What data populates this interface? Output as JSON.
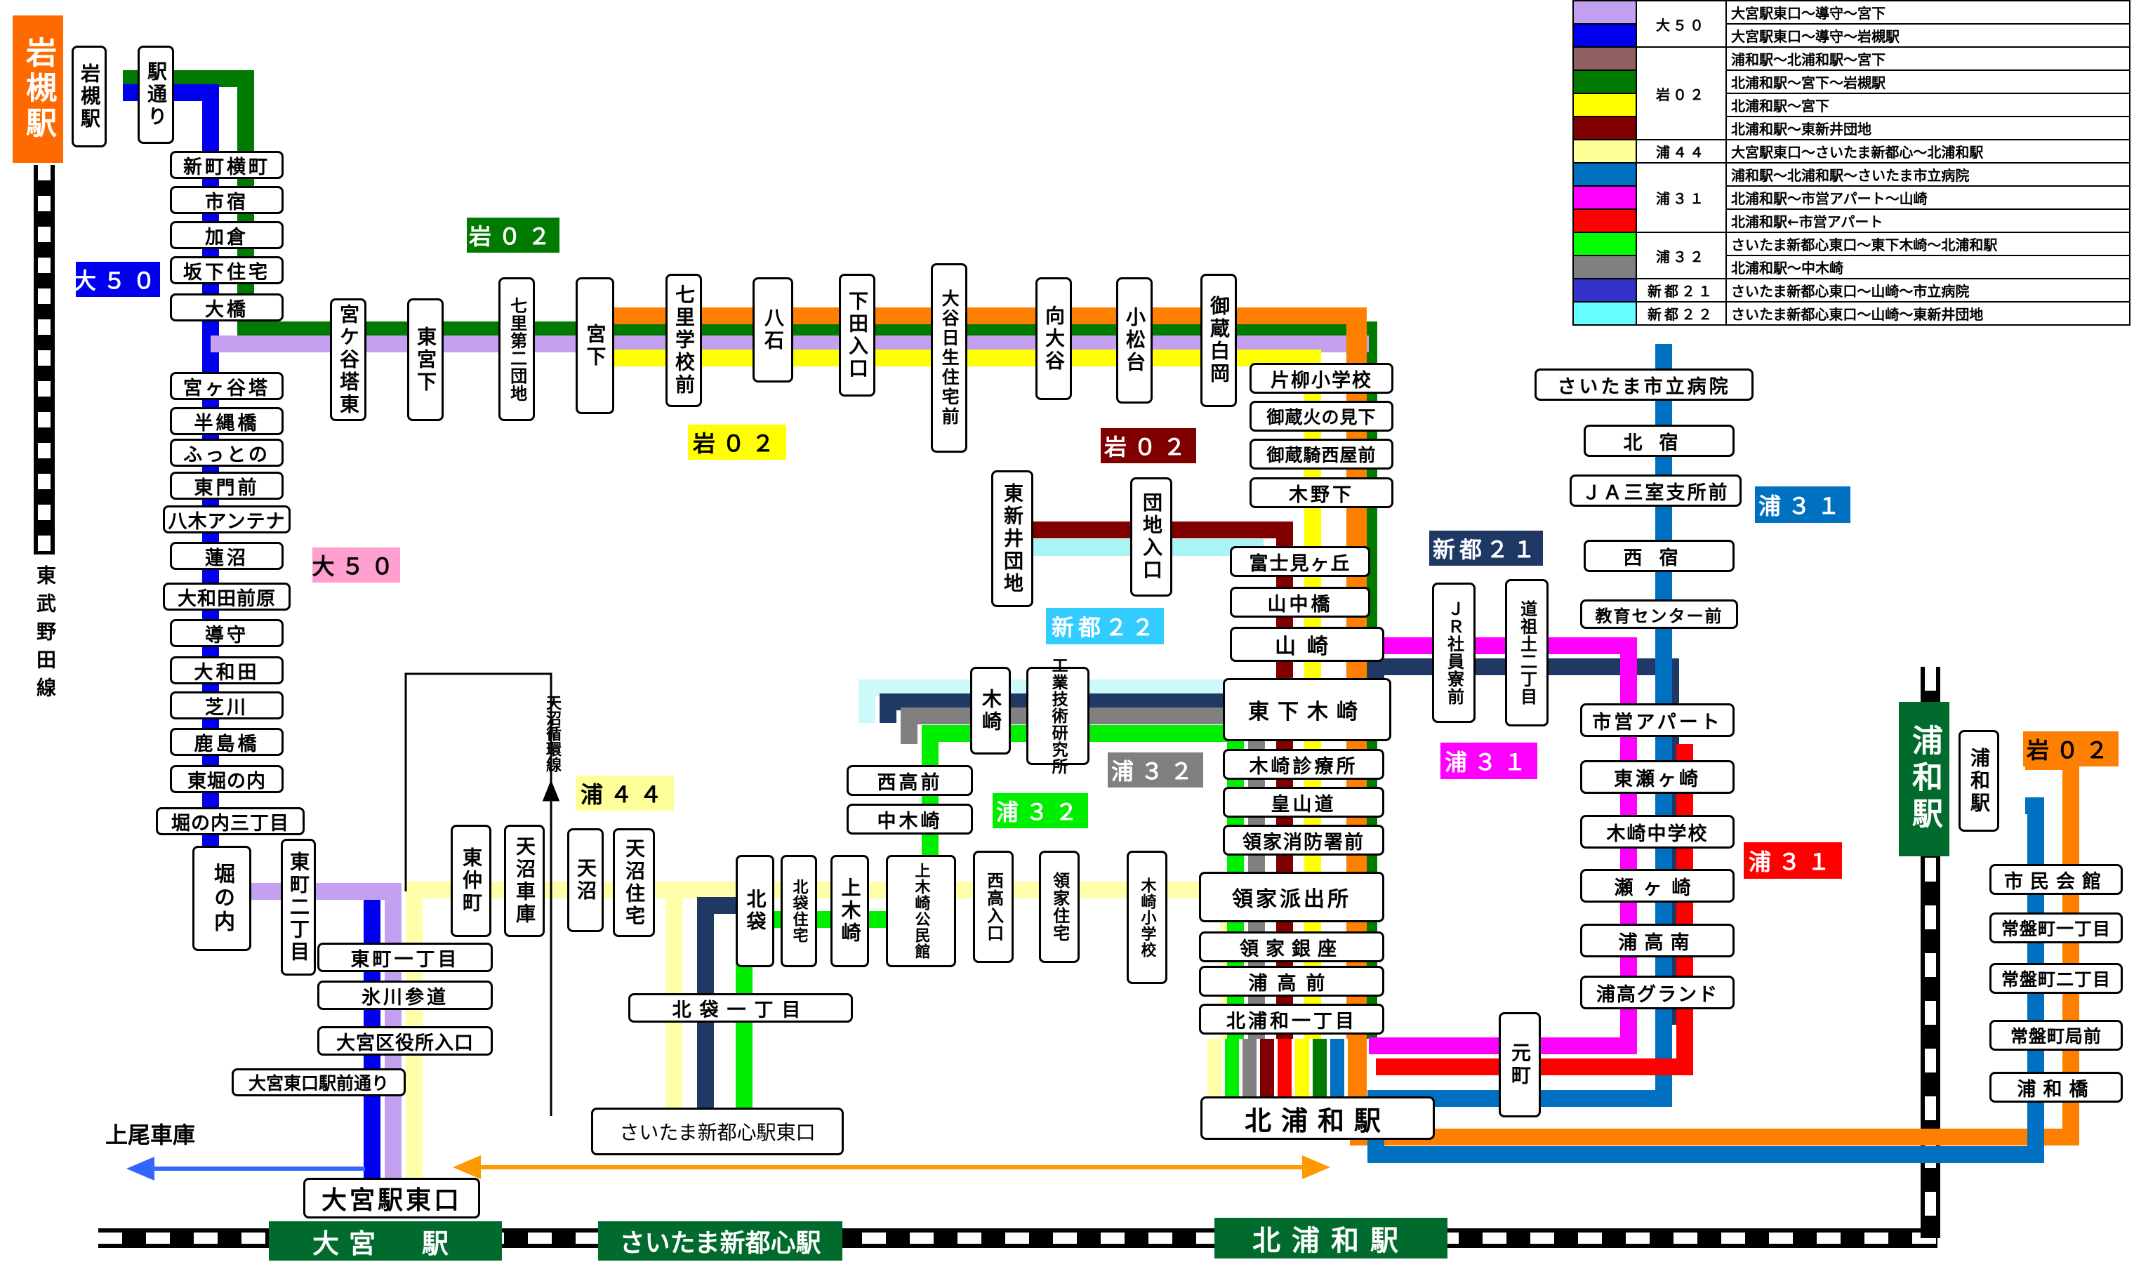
{
  "legend": [
    {
      "code": "大５０",
      "color": "#c3a0f0",
      "route": "大宮駅東口～導守～宮下"
    },
    {
      "code": "",
      "color": "#0000ee",
      "route": "大宮駅東口～導守～岩槻駅"
    },
    {
      "code": "",
      "color": "#906060",
      "route": "浦和駅～北浦和駅～宮下"
    },
    {
      "code": "岩０２",
      "color": "#007a00",
      "route": "北浦和駅～宮下～岩槻駅"
    },
    {
      "code": "",
      "color": "#ffff00",
      "route": "北浦和駅～宮下"
    },
    {
      "code": "",
      "color": "#800000",
      "route": "北浦和駅～東新井団地"
    },
    {
      "code": "浦４４",
      "color": "#ffff99",
      "route": "大宮駅東口～さいたま新都心～北浦和駅"
    },
    {
      "code": "",
      "color": "#0070c0",
      "route": "浦和駅～北浦和駅～さいたま市立病院"
    },
    {
      "code": "浦３１",
      "color": "#ff00ff",
      "route": "北浦和駅～市営アパート～山崎"
    },
    {
      "code": "",
      "color": "#ff0000",
      "route": "北浦和駅←市営アパート"
    },
    {
      "code": "浦３２",
      "color": "#00ff00",
      "route": "さいたま新都心東口～東下木崎～北浦和駅"
    },
    {
      "code": "",
      "color": "#808080",
      "route": "北浦和駅～中木崎"
    },
    {
      "code": "新都２１",
      "color": "#3333cc",
      "route": "さいたま新都心東口～山崎～市立病院"
    },
    {
      "code": "新都２２",
      "color": "#66ffff",
      "route": "さいたま新都心東口～山崎～東新井団地"
    }
  ],
  "rail": {
    "iwatsuki": "岩槻駅",
    "line_name": "東武野田線",
    "omiya": "大宮　駅",
    "shintoshin": "さいたま新都心駅",
    "kitaurawa": "北浦和駅",
    "urawa": "浦和駅"
  },
  "tags": {
    "o50_blue": "大５０",
    "o50_pink": "大５０",
    "iwa02_green": "岩０２",
    "iwa02_yellow": "岩０２",
    "iwa02_maroon": "岩０２",
    "iwa02_orange": "岩０２",
    "shinto21": "新都２１",
    "shinto22": "新都２２",
    "ura31_blue": "浦３１",
    "ura31_magenta": "浦３１",
    "ura31_red": "浦３１",
    "ura32_gray": "浦３２",
    "ura32_green": "浦３２",
    "ura44": "浦４４"
  },
  "labels": {
    "ageo_depot": "上尾車庫",
    "numa_loop": "天沼循環線"
  },
  "stops": {
    "iwatsuki_eki": "岩槻駅",
    "eki_doori": "駅通り",
    "shinmachi_yokocho": "新町横町",
    "ichijuku": "市宿",
    "kakura": "加倉",
    "sakashita": "坂下住宅",
    "ohashi": "大橋",
    "miyagayato_higashi": "宮ケ谷塔東",
    "higashi_miyashita": "東宮下",
    "nanasato_daini": "七里第二団地",
    "miyashita": "宮下",
    "nanasato_gakko": "七里学校前",
    "hakkoku": "八石",
    "shimoda_iriguchi": "下田入口",
    "oya_nissei": "大谷日生住宅前",
    "mukai_oya": "向大谷",
    "komatsudai": "小松台",
    "mikura_shiraoka": "御蔵白岡",
    "miyagayato": "宮ヶ谷塔",
    "hannawa": "半縄橋",
    "futtono": "ふっとの",
    "tomon": "東門前",
    "yagi_antenna": "八木アンテナ",
    "hasunuma": "蓮沼",
    "yamatoda_maebara": "大和田前原",
    "doshu": "導守",
    "yamatoda": "大和田",
    "shibakawa": "芝川",
    "kashimabashi": "鹿島橋",
    "higashi_horinouchi": "東堀の内",
    "horinouchi_3": "堀の内三丁目",
    "horinouchi": "堀の内",
    "higashicho_2": "東町二丁目",
    "higashicho_1": "東町一丁目",
    "hikawa": "氷川参道",
    "omiya_kuyakusho": "大宮区役所入口",
    "omiya_higashi_doori": "大宮東口駅前通り",
    "omiya_east": "大宮駅東口",
    "higashi_nakamachi": "東仲町",
    "tennuma_garage": "天沼車庫",
    "tennuma": "天沼",
    "tennuma_jutaku": "天沼住宅",
    "kitabukuro": "北袋",
    "kitabukuro_jutaku": "北袋住宅",
    "kamikizaki": "上木崎",
    "kamikizaki_kominkan": "上木崎公民館",
    "kitabukuro_1": "北袋一丁目",
    "shintoshin_east": "さいたま新都心駅東口",
    "nishitakasago": "西高前",
    "nakakizaki": "中木崎",
    "kizaki": "木崎",
    "kogyo": "工業技術研究所",
    "nishitaka_iriguchi": "西高入口",
    "ryoke_jutaku": "領家住宅",
    "kizaki_sho": "木崎小学校",
    "higashi_shinai": "東新井団地",
    "danchi_iriguchi": "団地入口",
    "katayanagi": "片柳小学校",
    "mikura_hinomi": "御蔵火の見下",
    "mikura_kisai": "御蔵騎西屋前",
    "kinoshita": "木野下",
    "fujimigaoka": "富士見ヶ丘",
    "yamanakabashi": "山中橋",
    "yamazaki": "山崎",
    "higashi_shimokizaki": "東下木崎",
    "kizaki_shinryojo": "木崎診療所",
    "kozando": "皇山道",
    "ryoke_shobo": "領家消防署前",
    "ryoke_hashutsujo": "領家派出所",
    "ryoke_ginza": "領家銀座",
    "urataka_mae": "浦高前",
    "kitaurawa_1": "北浦和一丁目",
    "kitaurawa_eki": "北浦和駅",
    "jr_ryo": "ＪＲ社員寮前",
    "dosojin": "道祖土二丁目",
    "byoin": "さいたま市立病院",
    "kitajuku": "北宿",
    "ja_sanmuro": "ＪＡ三室支所前",
    "nishijuku": "西宿",
    "kyoiku": "教育センター前",
    "shiei": "市営アパート",
    "higashi_segasaki": "東瀬ヶ崎",
    "kizaki_chu": "木崎中学校",
    "segasaki": "瀬ヶ崎",
    "urataka_minami": "浦高南",
    "urataka_ground": "浦高グランド",
    "motomachi": "元町",
    "urawa_eki": "浦和駅",
    "shimin_kaikan": "市民会館",
    "tokiwa_1": "常盤町一丁目",
    "tokiwa_2": "常盤町二丁目",
    "tokiwa_kyoku": "常盤町局前",
    "urawabashi": "浦和橋"
  }
}
